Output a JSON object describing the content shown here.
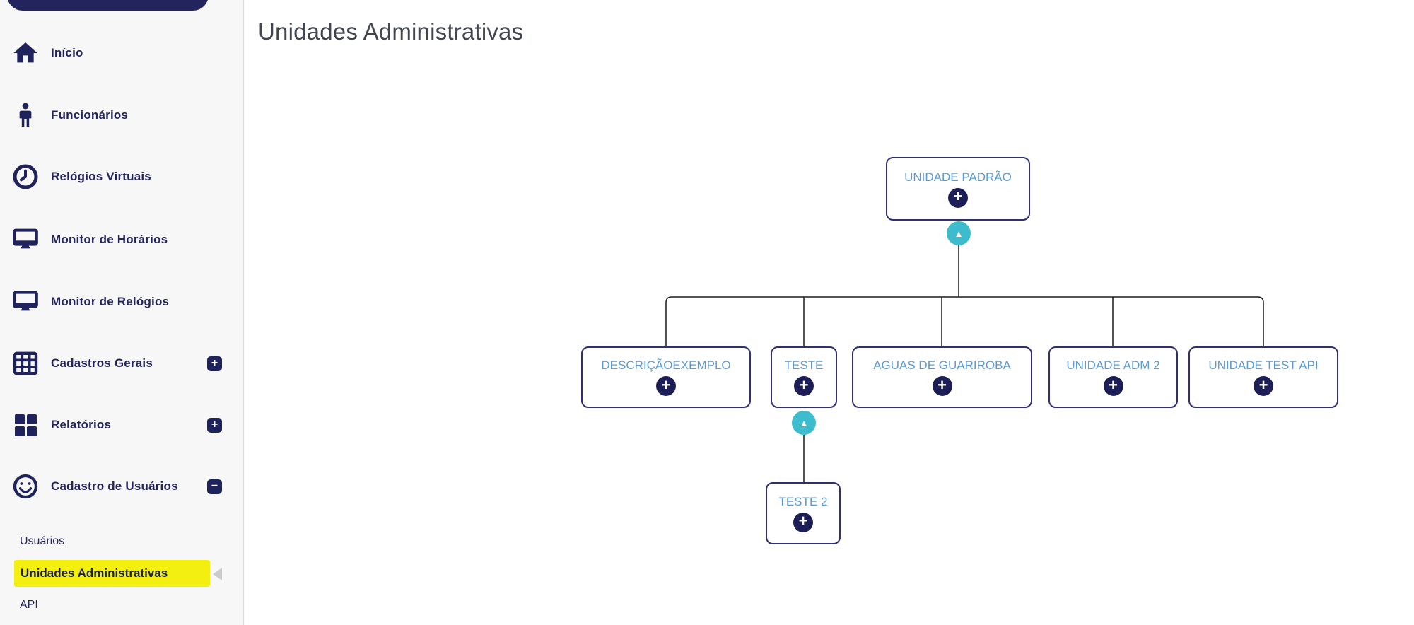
{
  "header": {
    "title": "Unidades Administrativas"
  },
  "sidebar": {
    "items": [
      {
        "label": "Início",
        "icon": "home-icon"
      },
      {
        "label": "Funcionários",
        "icon": "person-icon"
      },
      {
        "label": "Relógios Virtuais",
        "icon": "clock-icon"
      },
      {
        "label": "Monitor de Horários",
        "icon": "monitor-icon"
      },
      {
        "label": "Monitor de Relógios",
        "icon": "monitor-icon"
      },
      {
        "label": "Cadastros Gerais",
        "icon": "table-icon",
        "toggle": "+"
      },
      {
        "label": "Relatórios",
        "icon": "grid-icon",
        "toggle": "+"
      },
      {
        "label": "Cadastro de Usuários",
        "icon": "smiley-icon",
        "toggle": "−"
      }
    ],
    "subitems": [
      {
        "label": "Usuários",
        "active": false
      },
      {
        "label": "Unidades Administrativas",
        "active": true
      },
      {
        "label": "API",
        "active": false
      }
    ]
  },
  "org_chart": {
    "expand_label": "+",
    "collapse_arrow": "▲",
    "nodes": {
      "root": "UNIDADE PADRÃO",
      "child1": "DESCRIÇÃOEXEMPLO",
      "child2": "TESTE",
      "child3": "AGUAS DE GUARIROBA",
      "child4": "UNIDADE ADM 2",
      "child5": "UNIDADE TEST API",
      "grandchild1": "TESTE 2"
    }
  },
  "colors": {
    "navy": "#23245e",
    "node_border": "#2e3077",
    "node_label_blue": "#5b9bd5",
    "teal_toggle": "#3dbccd",
    "highlight_yellow": "#f3ef10",
    "connector_line": "#1b1b1b",
    "sidebar_bg": "#f7f7f7"
  }
}
